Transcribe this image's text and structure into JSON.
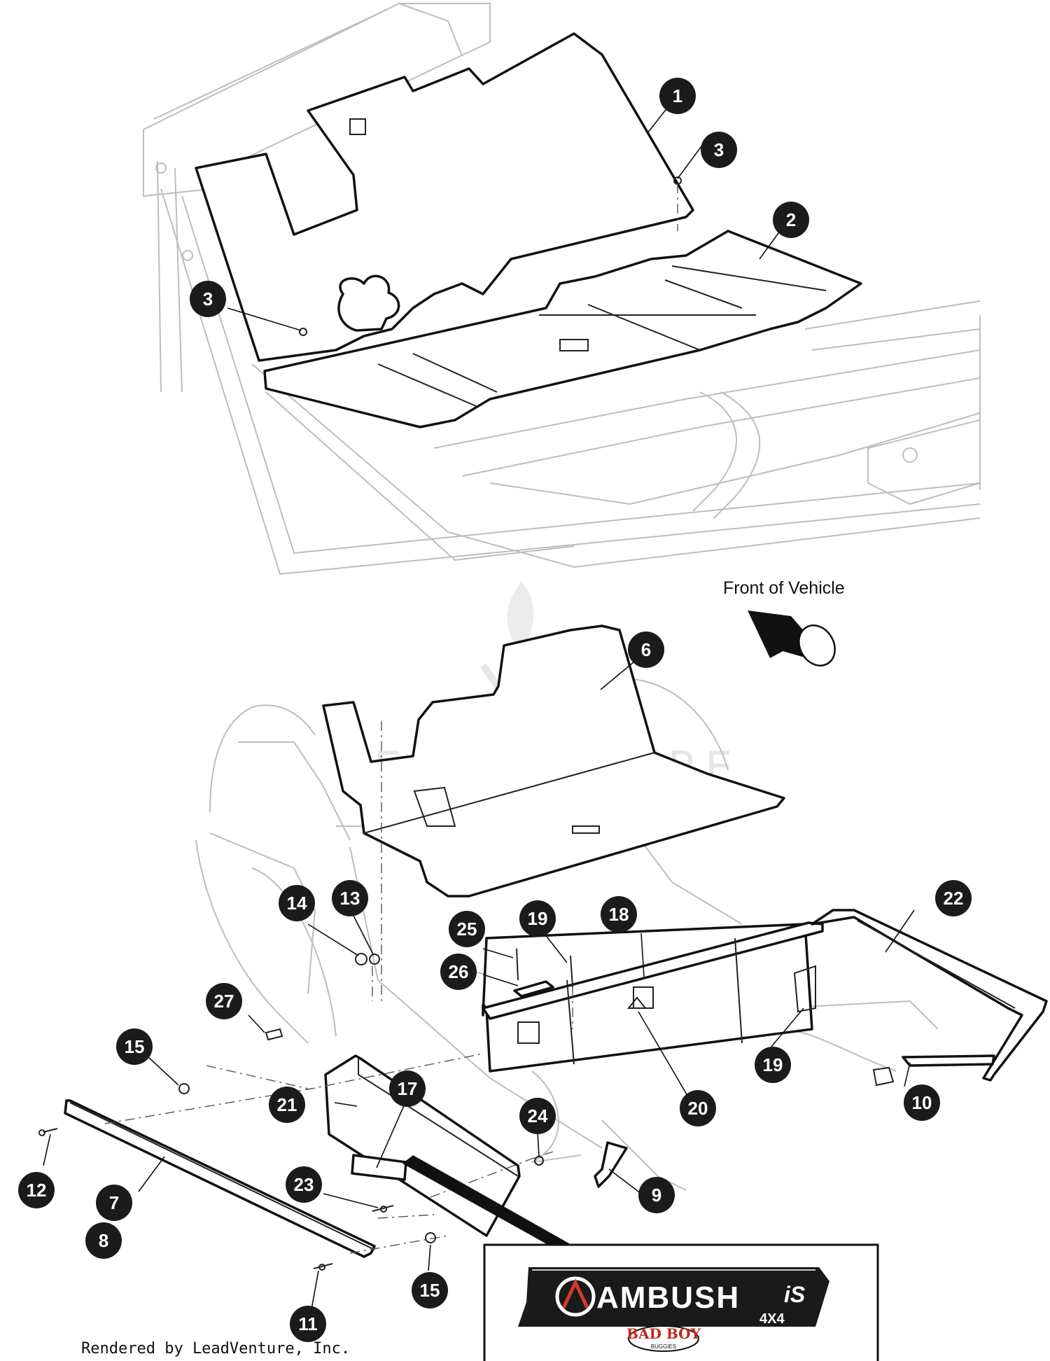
{
  "front_label": "Front of Vehicle",
  "watermark": "LEADVENTURE",
  "credit": "Rendered by LeadVenture, Inc.",
  "logo": {
    "name": "AMBUSH",
    "sub": "iS",
    "drive": "4X4",
    "brand": "BAD BOY",
    "brand_sub": "BUGGIES"
  },
  "callouts": [
    "1",
    "3",
    "2",
    "3",
    "6",
    "14",
    "13",
    "25",
    "19",
    "18",
    "22",
    "26",
    "27",
    "15",
    "21",
    "17",
    "20",
    "19",
    "24",
    "10",
    "12",
    "7",
    "8",
    "23",
    "9",
    "15",
    "11"
  ]
}
